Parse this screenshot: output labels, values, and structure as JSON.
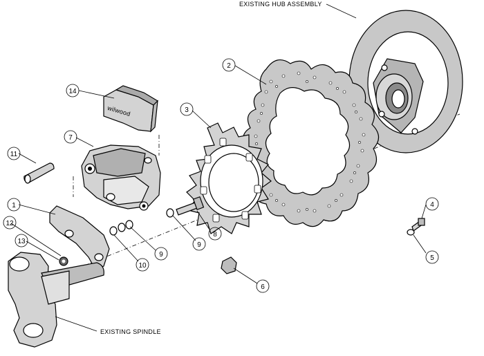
{
  "labels": {
    "hub": "EXISTING HUB ASSEMBLY",
    "spindle": "EXISTING SPINDLE",
    "pad_brand": "wilwood"
  },
  "callouts": [
    "1",
    "2",
    "3",
    "4",
    "5",
    "6",
    "7",
    "8",
    "9",
    "9",
    "10",
    "11",
    "12",
    "13",
    "14"
  ],
  "colors": {
    "part_fill": "#d3d3d3",
    "part_dark": "#9a9a9a",
    "rotor_fill": "#c8c8c8",
    "line": "#000000",
    "background": "#ffffff"
  }
}
